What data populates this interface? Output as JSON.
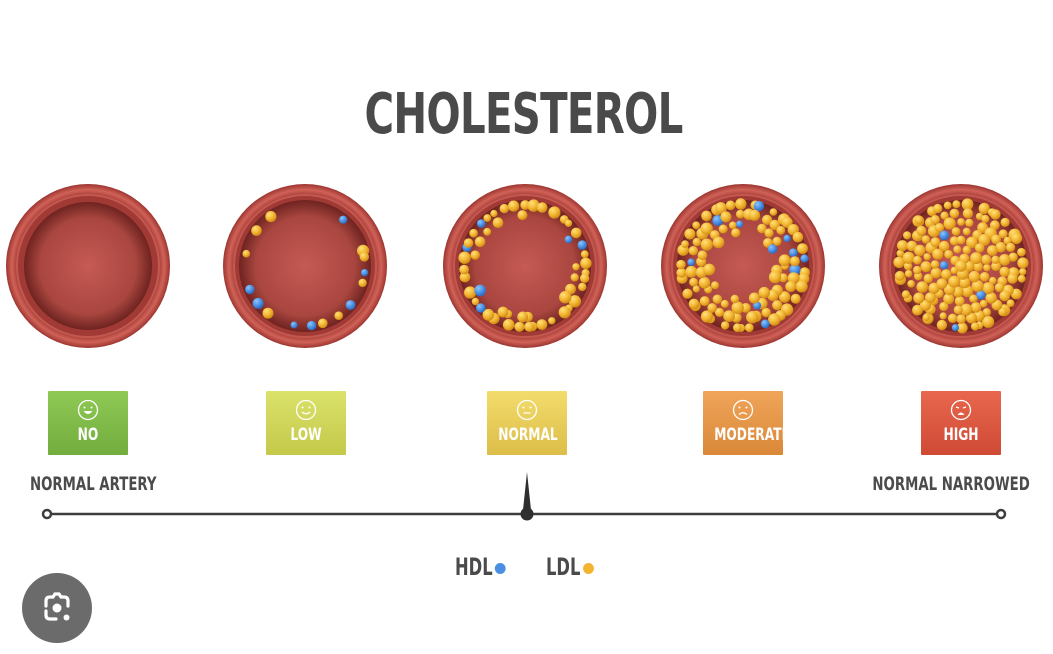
{
  "title": "CHOLESTEROL",
  "arteries": [
    {
      "level": "no",
      "label": "NO",
      "face": "big-smile",
      "color": "#7cb848"
    },
    {
      "level": "low",
      "label": "LOW",
      "face": "smile",
      "color": "#d2d85a"
    },
    {
      "level": "normal",
      "label": "NORMAL",
      "face": "neutral",
      "color": "#ecd05c"
    },
    {
      "level": "moderate",
      "label": "MODERATE",
      "face": "frown",
      "color": "#e79448"
    },
    {
      "level": "high",
      "label": "HIGH",
      "face": "distressed",
      "color": "#de5940"
    }
  ],
  "scale": {
    "left_label": "NORMAL ARTERY",
    "right_label": "NORMAL NARROWED",
    "indicator_position": "normal"
  },
  "legend": {
    "hdl_label": "HDL",
    "ldl_label": "LDL",
    "hdl_color": "#4a90e2",
    "ldl_color": "#f2b431"
  },
  "colors": {
    "artery_wall": "#b8433c",
    "artery_inner": "#a3403a",
    "title_text": "#4a4a4a"
  },
  "overlay": {
    "icon": "google-lens-icon"
  }
}
